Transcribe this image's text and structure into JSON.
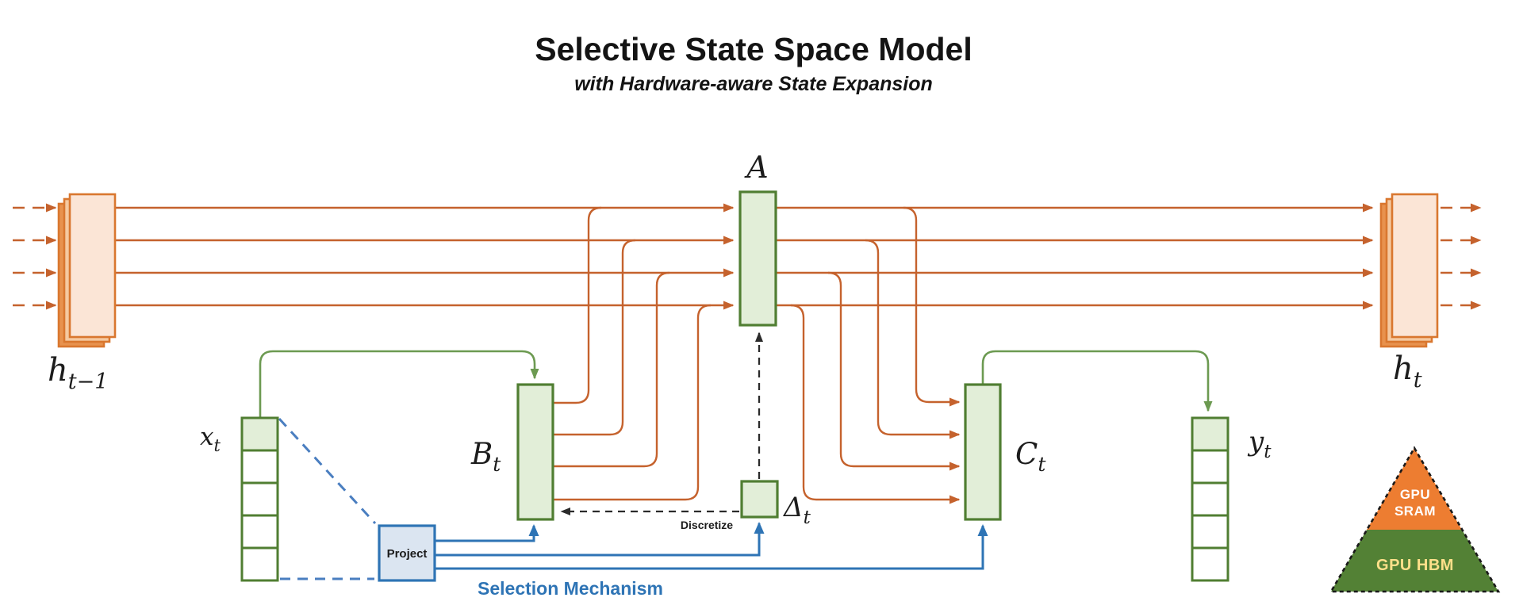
{
  "header": {
    "title": "Selective State Space Model",
    "subtitle": "with Hardware-aware State Expansion"
  },
  "labels": {
    "h_prev": {
      "base": "h",
      "sub": "t−1"
    },
    "h_next": {
      "base": "h",
      "sub": "t"
    },
    "x_input": {
      "base": "x",
      "sub": "t"
    },
    "y_output": {
      "base": "y",
      "sub": "t"
    },
    "A": {
      "base": "A"
    },
    "B": {
      "base": "B",
      "sub": "t"
    },
    "C": {
      "base": "C",
      "sub": "t"
    },
    "delta": {
      "base": "Δ",
      "sub": "t"
    }
  },
  "annotations": {
    "project": "Project",
    "discretize": "Discretize",
    "selection_mechanism": "Selection Mechanism"
  },
  "pyramid": {
    "top_line1": "GPU",
    "top_line2": "SRAM",
    "bottom": "GPU HBM"
  },
  "colors": {
    "orange_line": "#C5622D",
    "orange_block_fill": "#FBE5D6",
    "orange_block_border": "#D9772F",
    "green_block_fill": "#E2EED8",
    "green_block_border": "#507E32",
    "green_line": "#6C9A51",
    "blue_line": "#2E74B5",
    "project_fill": "#DBE5F1",
    "dashed_black": "#2B2B2B",
    "pyramid_orange": "#ED7D31",
    "pyramid_green": "#538135",
    "pyramid_hbm_text": "#FFE08A"
  }
}
